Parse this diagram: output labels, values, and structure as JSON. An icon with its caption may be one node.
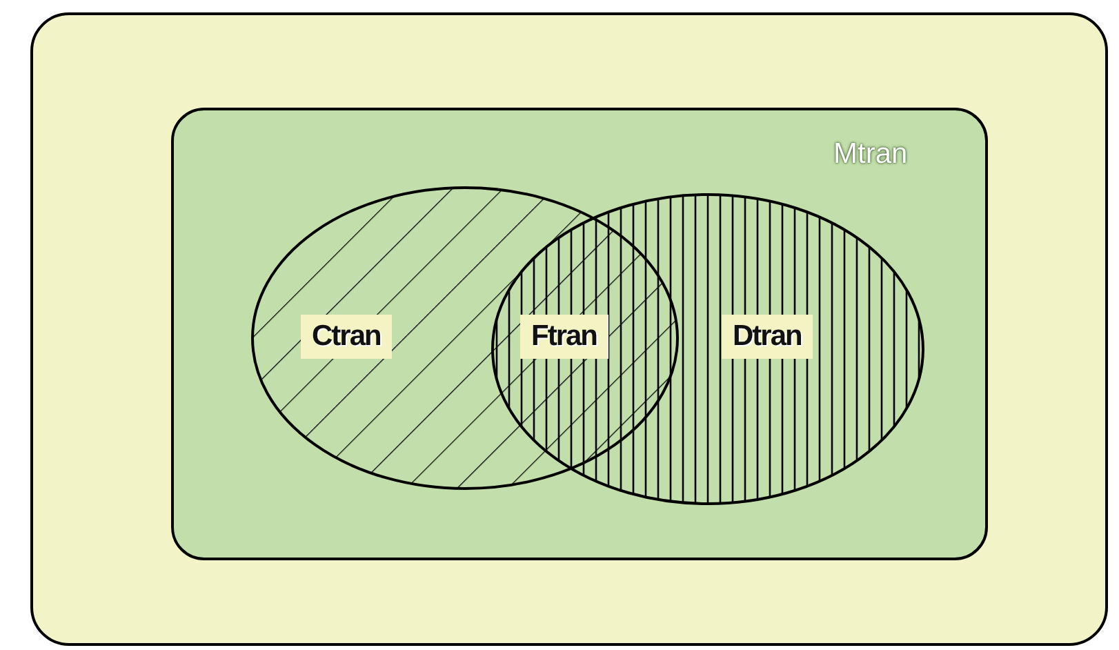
{
  "diagram": {
    "nodes": [
      {
        "text": [],
        "shape": "box"
      },
      {
        "text": [
          "Mtran"
        ],
        "in": 0
      },
      {
        "text": [
          "Ctran"
        ],
        "in": 1
      },
      {
        "text": [
          "Dtran"
        ],
        "in": 1
      }
    ],
    "labels": [
      "Ftran"
    ]
  }
}
